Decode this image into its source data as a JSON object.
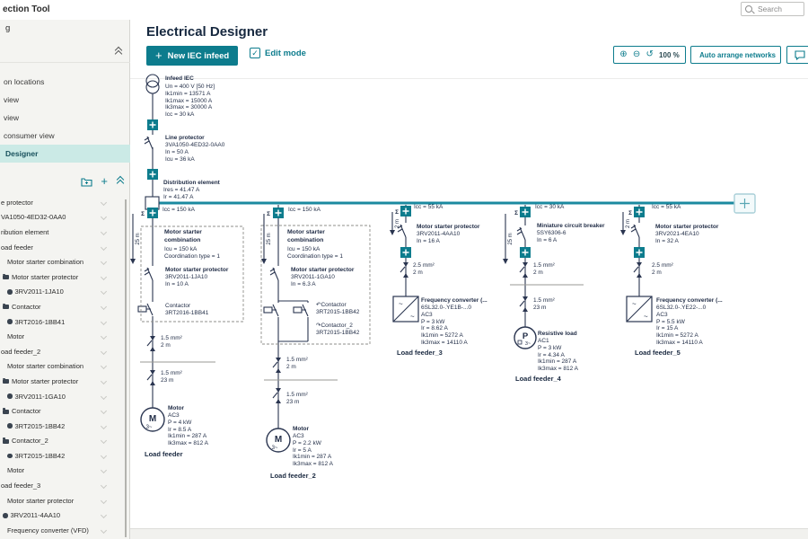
{
  "app": {
    "title_fragment": "ection Tool"
  },
  "search": {
    "placeholder": "Search"
  },
  "colors": {
    "accent": "#0d7c8d",
    "busbar": "#1b8aa0",
    "line": "#2a3550",
    "active_row_bg": "#cbeae6"
  },
  "sidebar": {
    "section_label_fragment": "g",
    "nav_labels": [
      "on locations",
      "view",
      "view",
      "consumer view",
      "Designer"
    ],
    "tree_labels": [
      "e protector",
      "VA1050-4ED32-0AA0",
      "ribution element",
      "oad feeder",
      "Motor starter combination",
      "Motor starter protector",
      "3RV2011-1JA10",
      "Contactor",
      "3RT2016-1BB41",
      "Motor",
      "oad feeder_2",
      "Motor starter combination",
      "Motor starter protector",
      "3RV2011-1GA10",
      "Contactor",
      "3RT2015-1BB42",
      "Contactor_2",
      "3RT2015-1BB42",
      "Motor",
      "oad feeder_3",
      "Motor starter protector",
      "3RV2011-4AA10",
      "Frequency converter (VFD)"
    ]
  },
  "main": {
    "title": "Electrical Designer",
    "toolbar": {
      "new_infeed": "New IEC infeed",
      "edit_mode": "Edit mode",
      "zoom_level": "100 %",
      "auto_arrange": "Auto arrange networks"
    }
  },
  "diagram": {
    "glyphs": {
      "sigma": "Σ",
      "motor": "M",
      "phase": "3~",
      "power": "P",
      "ac": "~"
    },
    "infeed": {
      "title": "Infeed IEC",
      "specs": "Un = 400 V [50 Hz]\nIk1min = 13571 A\nIk1max = 15000 A\nIk3max = 30000 A\nIcc = 30 kA"
    },
    "line_protector": {
      "title": "Line protector",
      "specs": "3VA1050-4ED32-0AA0\nIn = 50 A\nIcu = 36 kA"
    },
    "distribution": {
      "title": "Distribution element",
      "specs": "Ires = 41.47 A\nIr = 41.47 A"
    },
    "feeders": [
      {
        "icc": "Icc = 150 kA",
        "drop_length": "25 m",
        "combo_title": "Motor starter combination",
        "combo_specs": "Icu = 150 kA\nCoordination type = 1",
        "device_title": "Motor starter protector",
        "device_specs": "3RV2011-1JA10\nIn = 10 A",
        "contactor1": "Contactor\n3RT2016-1BB41",
        "cable1": "1.5 mm²\n2 m",
        "cable2": "1.5 mm²\n23 m",
        "load_title": "Motor",
        "load_specs": "AC3\nP = 4 kW\nIr = 8.5 A\nIk1min = 287 A\nIk3max = 812 A",
        "name": "Load feeder"
      },
      {
        "icc": "Icc = 150 kA",
        "drop_length": "25 m",
        "combo_title": "Motor starter combination",
        "combo_specs": "Icu = 150 kA\nCoordination type = 1",
        "device_title": "Motor starter protector",
        "device_specs": "3RV2011-1GA10\nIn = 6.3 A",
        "contactor1": "↶Contactor\n3RT2015-1BB42",
        "contactor2": "↷Contactor_2\n3RT2015-1BB42",
        "cable1": "1.5 mm²\n2 m",
        "cable2": "1.5 mm²\n23 m",
        "load_title": "Motor",
        "load_specs": "AC3\nP = 2.2 kW\nIr = 5 A\nIk1min = 287 A\nIk3max = 812 A",
        "name": "Load feeder_2"
      },
      {
        "icc": "Icc = 55 kA",
        "drop_length": "2 m",
        "device_title": "Motor starter protector",
        "device_specs": "3RV2011-4AA10\nIn = 16 A",
        "cable1": "2.5 mm²\n2 m",
        "load_title": "Frequency converter (...",
        "load_specs": "6SL32.0-.YE1B-...0\nAC3\nP = 3 kW\nIr = 8.62 A\nIk1min = 5272 A\nIk3max = 14110 A",
        "name": "Load feeder_3"
      },
      {
        "icc": "Icc = 30 kA",
        "drop_length": "25 m",
        "device_title": "Miniature circuit breaker",
        "device_specs": "5SY6306-6\nIn = 6 A",
        "cable1": "1.5 mm²\n2 m",
        "cable2": "1.5 mm²\n23 m",
        "load_title": "Resistive load",
        "load_specs": "AC1\nP = 3 kW\nIr = 4.34 A\nIk1min = 287 A\nIk3max = 812 A",
        "name": "Load feeder_4"
      },
      {
        "icc": "Icc = 55 kA",
        "drop_length": "2 m",
        "device_title": "Motor starter protector",
        "device_specs": "3RV2021-4EA10\nIn = 32 A",
        "cable1": "2.5 mm²\n2 m",
        "load_title": "Frequency converter (...",
        "load_specs": "6SL32.0-.YE22-...0\nAC3\nP = 5.5 kW\nIr = 15 A\nIk1min = 5272 A\nIk3max = 14110 A",
        "name": "Load feeder_5"
      }
    ]
  }
}
